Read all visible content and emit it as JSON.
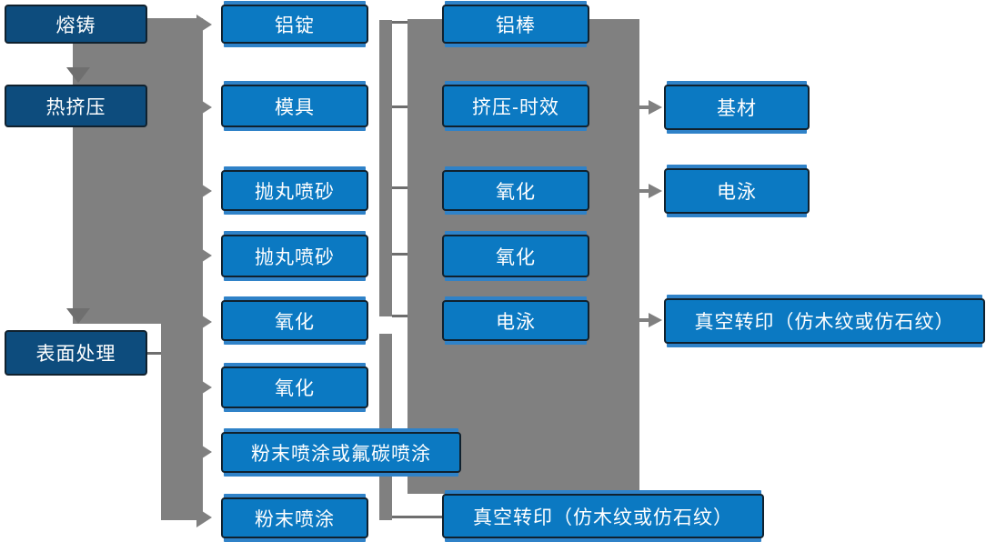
{
  "colors": {
    "box-blue": "#0b79c2",
    "box-dark": "#0d4c7d",
    "box-border": "#10212e",
    "gray": "#808080",
    "gray-dark": "#6e6e6e",
    "sheen": "#2f82c8",
    "text": "#ffffff"
  },
  "nodes": [
    {
      "id": "melt-casting",
      "label": "熔铸"
    },
    {
      "id": "hot-extrusion",
      "label": "热挤压"
    },
    {
      "id": "surface-treatment",
      "label": "表面处理"
    },
    {
      "id": "aluminum-ingot",
      "label": "铝锭"
    },
    {
      "id": "mold",
      "label": "模具"
    },
    {
      "id": "shot-blast-sandblast-1",
      "label": "抛丸喷砂"
    },
    {
      "id": "shot-blast-sandblast-2",
      "label": "抛丸喷砂"
    },
    {
      "id": "oxidation-1",
      "label": "氧化"
    },
    {
      "id": "oxidation-2",
      "label": "氧化"
    },
    {
      "id": "powder-or-fluorocarbon-coating",
      "label": "粉末喷涂或氟碳喷涂"
    },
    {
      "id": "powder-coating",
      "label": "粉末喷涂"
    },
    {
      "id": "aluminum-rod",
      "label": "铝棒"
    },
    {
      "id": "extrusion-aging",
      "label": "挤压-时效"
    },
    {
      "id": "oxidation-3",
      "label": "氧化"
    },
    {
      "id": "oxidation-4",
      "label": "氧化"
    },
    {
      "id": "electrophoresis-1",
      "label": "电泳"
    },
    {
      "id": "vacuum-transfer-print-1",
      "label": "真空转印（仿木纹或仿石纹）"
    },
    {
      "id": "base-material",
      "label": "基材"
    },
    {
      "id": "electrophoresis-2",
      "label": "电泳"
    },
    {
      "id": "vacuum-transfer-print-2",
      "label": "真空转印（仿木纹或仿石纹）"
    }
  ],
  "edges": [
    {
      "from": "melt-casting",
      "to": "hot-extrusion"
    },
    {
      "from": "hot-extrusion",
      "to": "surface-treatment"
    },
    {
      "from": "melt-casting",
      "to": "aluminum-ingot"
    },
    {
      "from": "hot-extrusion",
      "to": "mold"
    },
    {
      "from": "hot-extrusion",
      "to": "shot-blast-sandblast-1"
    },
    {
      "from": "hot-extrusion",
      "to": "shot-blast-sandblast-2"
    },
    {
      "from": "hot-extrusion",
      "to": "oxidation-1"
    },
    {
      "from": "surface-treatment",
      "to": "oxidation-2"
    },
    {
      "from": "surface-treatment",
      "to": "powder-or-fluorocarbon-coating"
    },
    {
      "from": "surface-treatment",
      "to": "powder-coating"
    },
    {
      "from": "aluminum-ingot",
      "to": "aluminum-rod"
    },
    {
      "from": "mold",
      "to": "extrusion-aging"
    },
    {
      "from": "shot-blast-sandblast-1",
      "to": "oxidation-3"
    },
    {
      "from": "shot-blast-sandblast-2",
      "to": "oxidation-4"
    },
    {
      "from": "oxidation-1",
      "to": "electrophoresis-1"
    },
    {
      "from": "oxidation-2",
      "to": "vacuum-transfer-print-1"
    },
    {
      "from": "powder-or-fluorocarbon-coating",
      "to": "vacuum-transfer-print-1"
    },
    {
      "from": "powder-coating",
      "to": "vacuum-transfer-print-1"
    },
    {
      "from": "extrusion-aging",
      "to": "base-material"
    },
    {
      "from": "oxidation-3",
      "to": "electrophoresis-2"
    },
    {
      "from": "electrophoresis-1",
      "to": "vacuum-transfer-print-2"
    }
  ]
}
